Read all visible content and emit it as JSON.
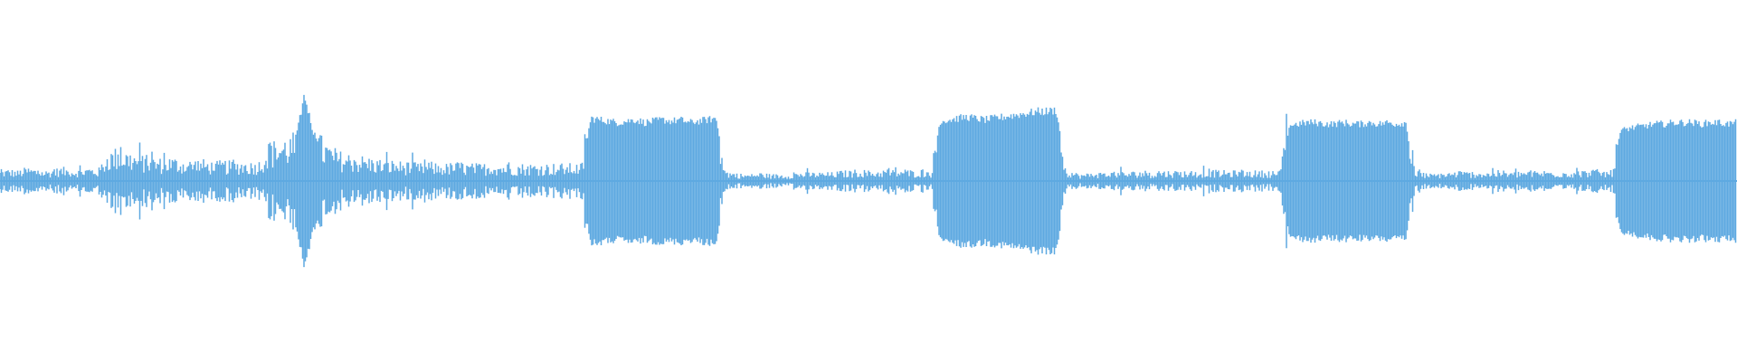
{
  "waveform": {
    "color": "#5ea9e1",
    "background": "#ffffff",
    "amplitude_profile": [
      0.06,
      0.07,
      0.06,
      0.08,
      0.07,
      0.06,
      0.07,
      0.08,
      0.07,
      0.07,
      0.08,
      0.07,
      0.17,
      0.19,
      0.18,
      0.16,
      0.15,
      0.14,
      0.13,
      0.14,
      0.13,
      0.12,
      0.13,
      0.12,
      0.11,
      0.12,
      0.11,
      0.12,
      0.11,
      0.12,
      0.22,
      0.24,
      0.26,
      0.28,
      0.62,
      0.35,
      0.25,
      0.2,
      0.17,
      0.16,
      0.15,
      0.14,
      0.13,
      0.12,
      0.12,
      0.11,
      0.11,
      0.1,
      0.11,
      0.1,
      0.1,
      0.11,
      0.1,
      0.1,
      0.1,
      0.11,
      0.1,
      0.1,
      0.1,
      0.1,
      0.1,
      0.1,
      0.1,
      0.1,
      0.1,
      0.1,
      0.45,
      0.44,
      0.43,
      0.42,
      0.43,
      0.44,
      0.42,
      0.43,
      0.44,
      0.43,
      0.44,
      0.42,
      0.43,
      0.44,
      0.45,
      0.06,
      0.05,
      0.04,
      0.04,
      0.05,
      0.04,
      0.04,
      0.04,
      0.05,
      0.05,
      0.05,
      0.05,
      0.05,
      0.06,
      0.06,
      0.07,
      0.06,
      0.06,
      0.07,
      0.06,
      0.07,
      0.06,
      0.07,
      0.06,
      0.43,
      0.44,
      0.45,
      0.46,
      0.45,
      0.44,
      0.45,
      0.46,
      0.47,
      0.48,
      0.49,
      0.5,
      0.5,
      0.51,
      0.08,
      0.05,
      0.04,
      0.05,
      0.05,
      0.05,
      0.06,
      0.05,
      0.06,
      0.06,
      0.05,
      0.06,
      0.06,
      0.06,
      0.06,
      0.06,
      0.07,
      0.06,
      0.06,
      0.06,
      0.06,
      0.06,
      0.06,
      0.06,
      0.06,
      0.4,
      0.41,
      0.42,
      0.42,
      0.41,
      0.41,
      0.42,
      0.41,
      0.41,
      0.42,
      0.41,
      0.42,
      0.41,
      0.42,
      0.06,
      0.05,
      0.04,
      0.05,
      0.05,
      0.06,
      0.05,
      0.06,
      0.05,
      0.06,
      0.06,
      0.05,
      0.06,
      0.06,
      0.06,
      0.06,
      0.06,
      0.06,
      0.06,
      0.06,
      0.07,
      0.06,
      0.06,
      0.36,
      0.38,
      0.39,
      0.4,
      0.41,
      0.41,
      0.42,
      0.42,
      0.42,
      0.41,
      0.42,
      0.42,
      0.41,
      0.42
    ]
  }
}
